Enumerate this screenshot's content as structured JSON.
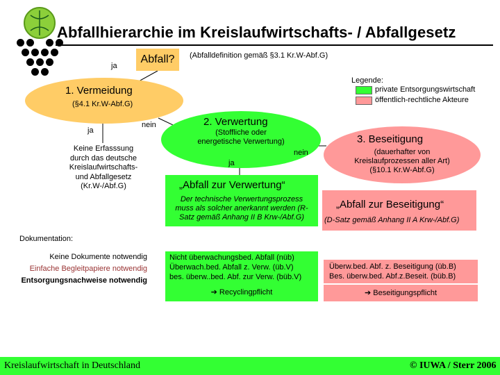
{
  "title": "Abfallhierarchie im Kreislaufwirtschafts- / Abfallgesetz",
  "abfall": {
    "label": "Abfall?",
    "definition": "(Abfalldefinition gemäß §3.1 Kr.W-Abf.G)",
    "ja": "ja"
  },
  "legend": {
    "title": "Legende:",
    "private": "private Entsorgungswirtschaft",
    "public": "öffentlich-rechtliche Akteure",
    "private_color": "#33ff33",
    "public_color": "#ff9999"
  },
  "vermeidung": {
    "title": "1. Vermeidung",
    "ref": "(§4.1 Kr.W-Abf.G)",
    "ja": "ja",
    "nein": "nein",
    "text": [
      "Keine Erfasssung",
      "durch das deutsche",
      "Kreislaufwirtschafts-",
      "und Abfallgesetz",
      "(Kr.W-/Abf.G)"
    ]
  },
  "verwertung": {
    "title": "2. Verwertung",
    "sub": [
      "(Stoffliche oder",
      "energetische Verwertung)"
    ],
    "ja": "ja",
    "nein": "nein",
    "label": "„Abfall zur Verwertung“",
    "desc": [
      "Der technische Verwertungsprozess",
      "muss als solcher anerkannt werden (R-",
      "Satz gemäß Anhang II B Krw-/Abf.G)"
    ]
  },
  "beseitigung": {
    "title": "3. Beseitigung",
    "sub": [
      "(dauerhafter von",
      "Kreislaufprozessen aller Art)",
      "(§10.1 Kr.W-Abf.G)"
    ],
    "label": "„Abfall zur Beseitigung“",
    "desc": "(D-Satz gemäß Anhang II A Krw-/Abf.G)"
  },
  "documentation": {
    "label": "Dokumentation:",
    "lines": [
      "Keine Dokumente notwendig",
      "Einfache Begleitpapiere notwendig",
      "Entsorgungsnachweise notwendig"
    ]
  },
  "verwertung_box": {
    "lines": [
      "Nicht überwachungsbed. Abfall (nüb)",
      "Überwach.bed. Abfall z. Verw. (üb.V)",
      "bes. überw..bed. Abf. zur Verw. (büb.V)"
    ],
    "pflicht": "➔ Recyclingpflicht"
  },
  "beseitigung_box": {
    "lines": [
      "Überw.bed. Abf. z. Beseitigung (üb.B)",
      "Bes. überw.bed. Abf.z.Beseit. (büb.B)"
    ],
    "pflicht": "➔ Beseitigungspflicht"
  },
  "footer": {
    "left": "Kreislaufwirtschaft in Deutschland",
    "right": "© IUWA / Sterr 2006"
  }
}
